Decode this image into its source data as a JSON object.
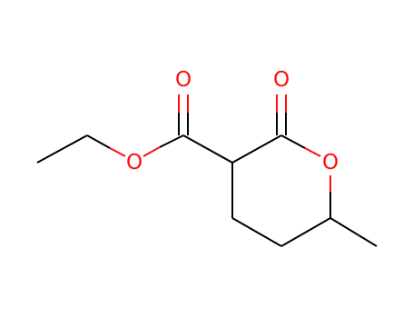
{
  "colors": {
    "carbon_bond": "#000000",
    "oxygen": "#ff0d0d",
    "background": "#ffffff"
  },
  "atoms": {
    "ester_carbonyl_o": "O",
    "ester_ether_o": "O",
    "lactone_carbonyl_o": "O",
    "ring_o": "O"
  }
}
